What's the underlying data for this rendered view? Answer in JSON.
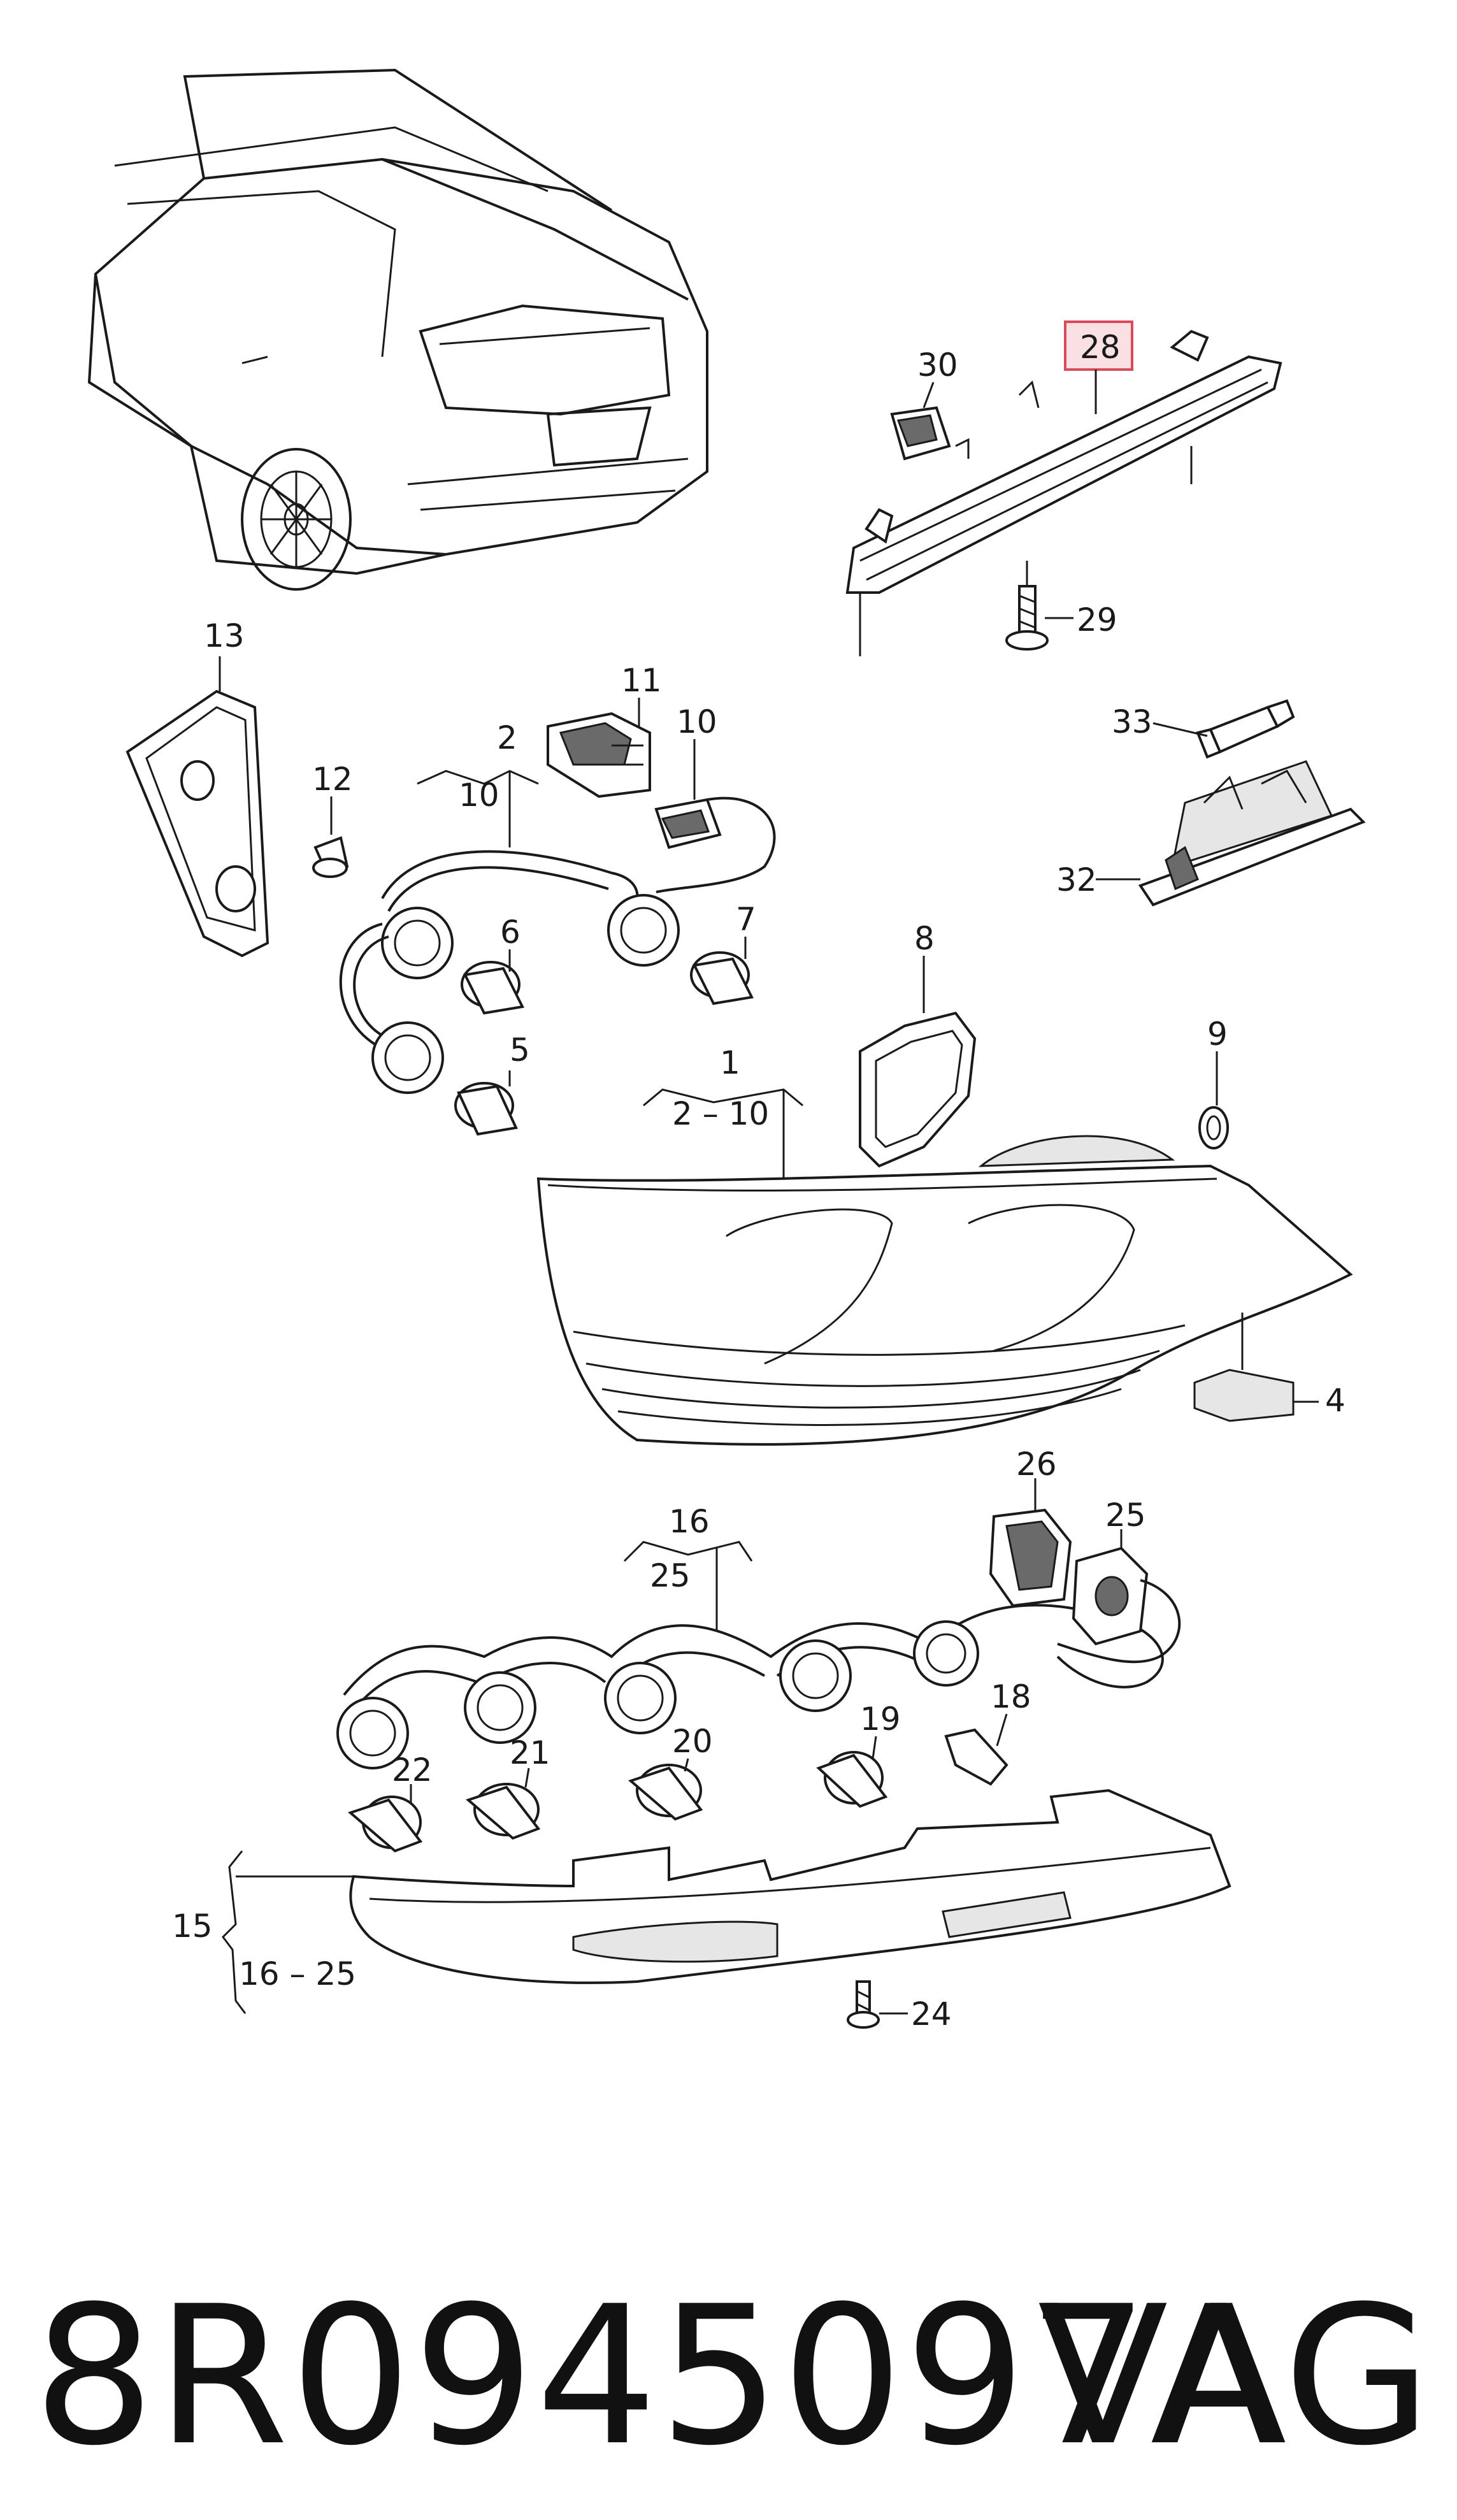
{
  "labels": {
    "l1": "1",
    "l1_range": "2 – 10",
    "l2": "2",
    "l2_range": "10",
    "l4": "4",
    "l5": "5",
    "l6": "6",
    "l7": "7",
    "l8": "8",
    "l9": "9",
    "l10": "10",
    "l11": "11",
    "l12": "12",
    "l13": "13",
    "l15": "15",
    "l15_range": "16 – 25",
    "l16": "16",
    "l16_range": "25",
    "l18": "18",
    "l19": "19",
    "l20": "20",
    "l21": "21",
    "l22": "22",
    "l24": "24",
    "l25": "25",
    "l26": "26",
    "l28": "28",
    "l29": "29",
    "l30": "30",
    "l32": "32",
    "l33": "33"
  },
  "highlight_color": "#e8a0a8",
  "footer": {
    "part_number": "8R0945097A",
    "brand": "VAG"
  }
}
